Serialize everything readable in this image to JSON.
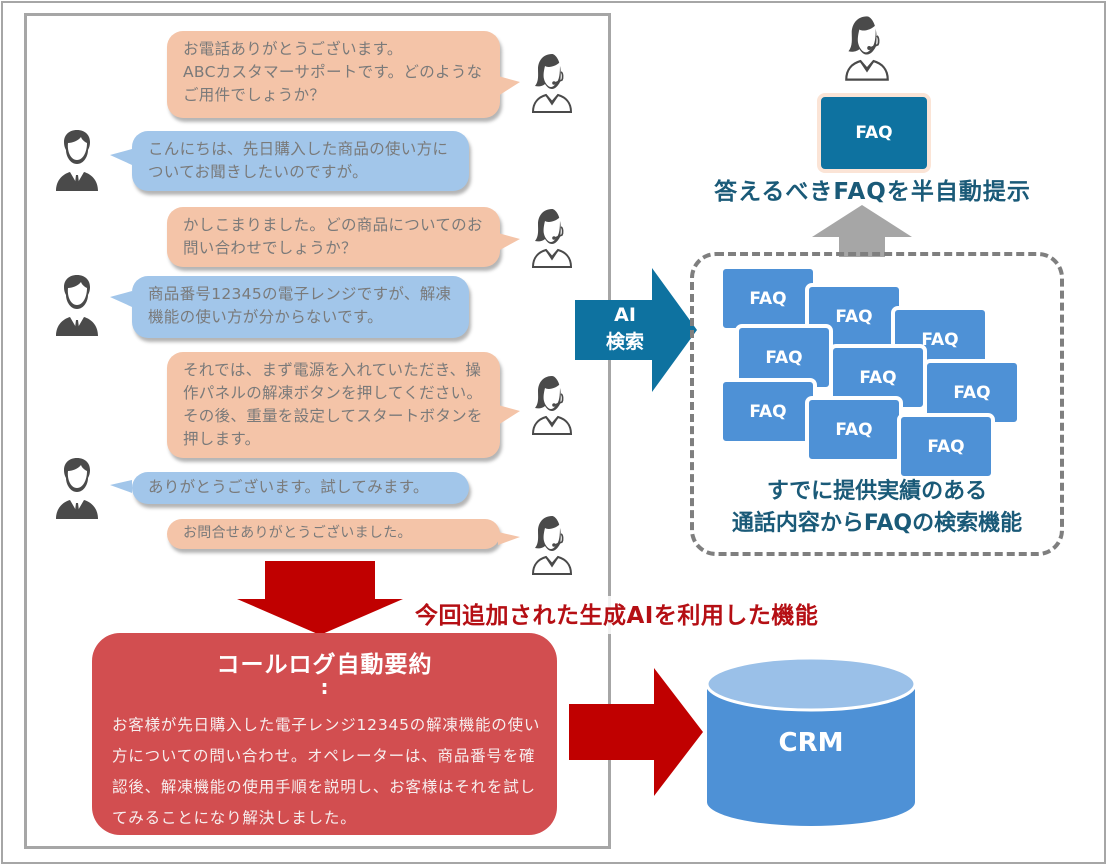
{
  "conversation": [
    {
      "speaker": "operator",
      "text": "お電話ありがとうございます。\nABCカスタマーサポートです。どのようなご用件でしょうか？"
    },
    {
      "speaker": "customer",
      "text": "こんにちは、先日購入した商品の使い方についてお聞きしたいのですが。"
    },
    {
      "speaker": "operator",
      "text": "かしこまりました。どの商品についてのお問い合わせでしょうか？"
    },
    {
      "speaker": "customer",
      "text": "商品番号12345の電子レンジですが、解凍機能の使い方が分からないです。"
    },
    {
      "speaker": "operator",
      "text": "それでは、まず電源を入れていただき、操作パネルの解凍ボタンを押してください。その後、重量を設定してスタートボタンを押します。"
    },
    {
      "speaker": "customer",
      "text": "ありがとうございます。試してみます。"
    },
    {
      "speaker": "operator",
      "text": "お問合せありがとうございました。"
    }
  ],
  "summary": {
    "title": "コールログ自動要約",
    "colon": ":",
    "body": "お客様が先日購入した電子レンジ12345の解凍機能の使い方についての問い合わせ。オペレーターは、商品番号を確認後、解凍機能の使用手順を説明し、お客様はそれを試してみることになり解決しました。"
  },
  "added_feature_label": "今回追加された生成AIを利用した機能",
  "ai_search": {
    "line1": "AI",
    "line2": "検索"
  },
  "faq_top_label": "FAQ",
  "answer_caption": "答えるべきFAQを半自動提示",
  "faq_cards": [
    "FAQ",
    "FAQ",
    "FAQ",
    "FAQ",
    "FAQ",
    "FAQ",
    "FAQ",
    "FAQ",
    "FAQ"
  ],
  "search_caption": {
    "line1": "すでに提供実績のある",
    "line2": "通話内容からFAQの検索機能"
  },
  "crm_label": "CRM",
  "colors": {
    "operator_bubble": "#f4c4a8",
    "customer_bubble": "#a2c6ea",
    "summary_box": "#d24e50",
    "red_arrow": "#c00000",
    "ai_arrow": "#0e72a0",
    "faq_card": "#4e91d6",
    "caption_text": "#1a5a78",
    "added_label": "#b50f14"
  }
}
